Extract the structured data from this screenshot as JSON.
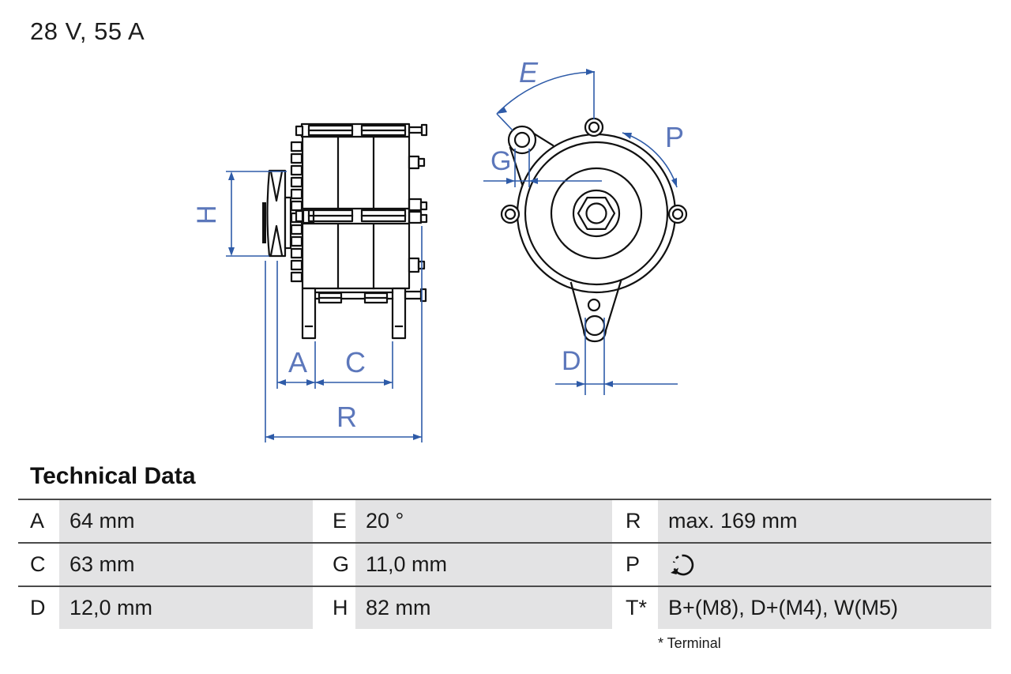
{
  "header": {
    "title": "28 V, 55 A"
  },
  "diagram": {
    "description": "alternator technical drawing, side view and front view",
    "dimension_labels": {
      "H": "H",
      "A": "A",
      "C": "C",
      "R": "R",
      "E": "E",
      "G": "G",
      "P": "P",
      "D": "D"
    },
    "colors": {
      "dimension_line": "#2e5ba8",
      "dimension_label": "#5c77bb",
      "drawing_line": "#111111"
    }
  },
  "technical_data": {
    "heading": "Technical Data",
    "footnote": "* Terminal",
    "rows": [
      {
        "cells": [
          {
            "key": "A",
            "value": "64 mm"
          },
          {
            "key": "E",
            "value": "20 °"
          },
          {
            "key": "R",
            "value": "max. 169 mm"
          }
        ]
      },
      {
        "cells": [
          {
            "key": "C",
            "value": "63 mm"
          },
          {
            "key": "G",
            "value": "11,0 mm"
          },
          {
            "key": "P",
            "value": "",
            "value_icon": "rotation-direction-icon"
          }
        ]
      },
      {
        "cells": [
          {
            "key": "D",
            "value": "12,0 mm"
          },
          {
            "key": "H",
            "value": "82 mm"
          },
          {
            "key": "T*",
            "value": "B+(M8), D+(M4), W(M5)"
          }
        ]
      }
    ]
  }
}
